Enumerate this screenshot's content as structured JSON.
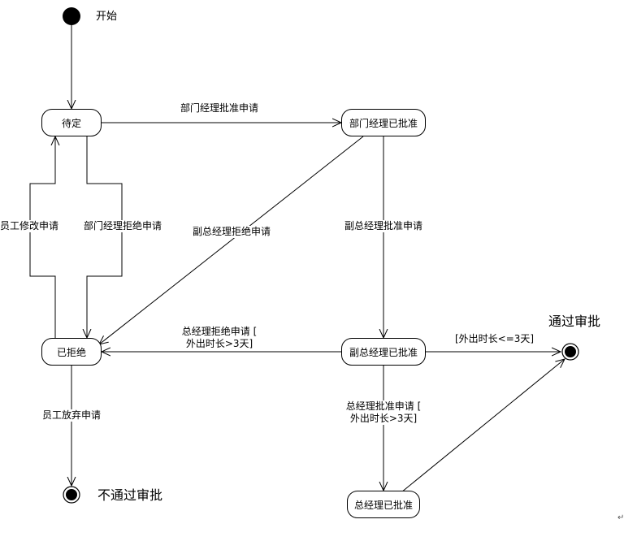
{
  "start_label": "开始",
  "states": {
    "pending": "待定",
    "dept_approved": "部门经理已批准",
    "rejected": "已拒绝",
    "deputy_approved": "副总经理已批准",
    "gm_approved": "总经理已批准"
  },
  "end_labels": {
    "passed": "通过审批",
    "not_passed": "不通过审批"
  },
  "transitions": {
    "dept_approve": "部门经理批准申请",
    "dept_reject": "部门经理拒绝申请",
    "employee_modify": "员工修改申请",
    "deputy_reject": "副总经理拒绝申请",
    "deputy_approve": "副总经理批准申请",
    "gm_reject_line1": "总经理拒绝申请 [",
    "gm_reject_line2": "外出时长>3天]",
    "short_trip": "[外出时长<=3天]",
    "gm_approve_line1": "总经理批准申请 [",
    "gm_approve_line2": "外出时长>3天]",
    "employee_abandon": "员工放弃申请"
  },
  "return_mark": "↵"
}
